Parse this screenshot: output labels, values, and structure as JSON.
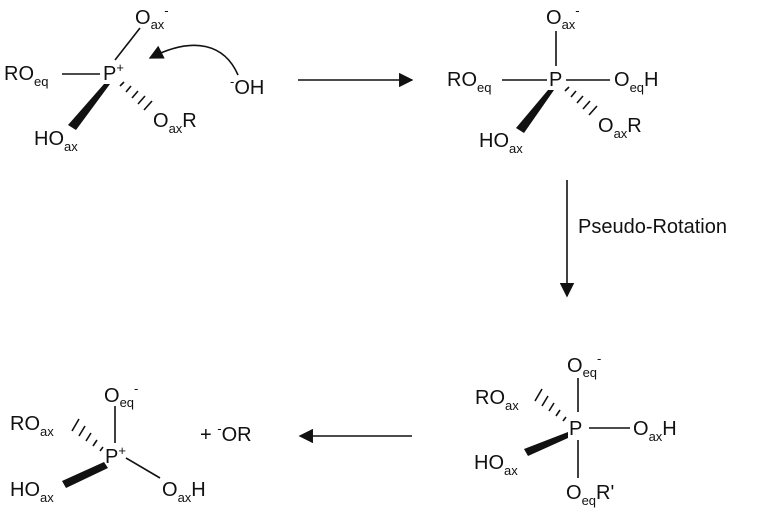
{
  "scheme": {
    "rotation_label": "Pseudo-Rotation",
    "colors": {
      "ink": "#111111",
      "background": "#ffffff"
    },
    "m1": {
      "center": {
        "main": "P",
        "sup": "+"
      },
      "top": {
        "main": "O",
        "sub": "ax",
        "sup": "-"
      },
      "left": {
        "main": "RO",
        "sub": "eq"
      },
      "wedge": {
        "main": "HO",
        "sub": "ax"
      },
      "hash": {
        "main": "O",
        "sub": "ax",
        "tail": "R"
      }
    },
    "nucleophile": {
      "sup": "-",
      "main": "OH"
    },
    "m2": {
      "center": {
        "main": "P"
      },
      "top": {
        "main": "O",
        "sub": "ax",
        "sup": "-"
      },
      "left": {
        "main": "RO",
        "sub": "eq"
      },
      "right": {
        "main": "O",
        "sub": "eq",
        "tail": "H"
      },
      "wedge": {
        "main": "HO",
        "sub": "ax"
      },
      "hash": {
        "main": "O",
        "sub": "ax",
        "tail": "R"
      }
    },
    "m3": {
      "center": {
        "main": "P"
      },
      "top": {
        "main": "O",
        "sub": "eq",
        "sup": "-"
      },
      "hash": {
        "main": "RO",
        "sub": "ax"
      },
      "right": {
        "main": "O",
        "sub": "ax",
        "tail": "H"
      },
      "wedge": {
        "main": "HO",
        "sub": "ax"
      },
      "bottom": {
        "main": "O",
        "sub": "eq",
        "tail": "R'"
      }
    },
    "m4": {
      "center": {
        "main": "P",
        "sup": "+"
      },
      "top": {
        "main": "O",
        "sub": "eq",
        "sup": "-"
      },
      "hash": {
        "main": "RO",
        "sub": "ax"
      },
      "wedge": {
        "main": "HO",
        "sub": "ax"
      },
      "right": {
        "main": "O",
        "sub": "ax",
        "tail": "H"
      }
    },
    "leaving": {
      "plus": "+ ",
      "sup": "-",
      "main": "OR"
    }
  }
}
